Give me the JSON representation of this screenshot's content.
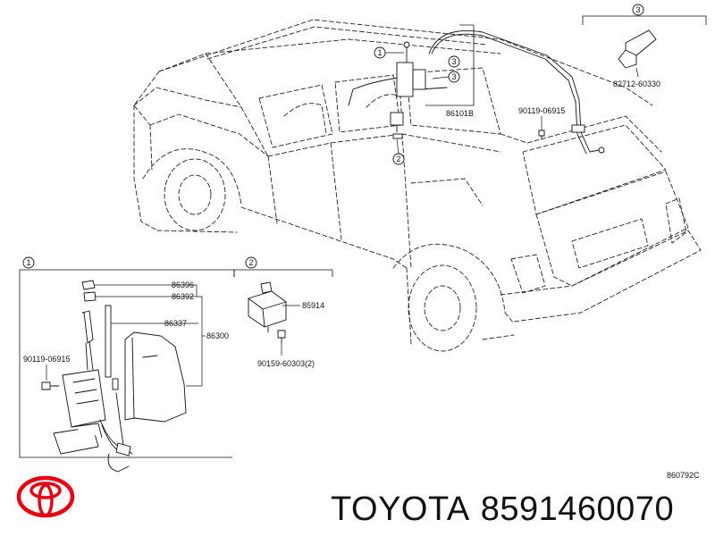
{
  "callouts": {
    "c1": "1",
    "c2": "2",
    "c3": "3"
  },
  "parts": {
    "p86101b": "86101B",
    "p82712": "82712-60330",
    "p90119_top": "90119-06915",
    "p86396": "86396",
    "p86392": "86392",
    "p86337": "86337",
    "p86300": "86300",
    "p90119_left": "90119-06915",
    "p85914": "85914",
    "p90159": "90159-60303(2)"
  },
  "diagram_code": "860792C",
  "caption": {
    "brand": "TOYOTA",
    "part_number": "8591460070"
  },
  "colors": {
    "logo_red": "#e60012",
    "line": "#111111"
  },
  "icons": {
    "logo": "toyota-emblem-icon"
  }
}
